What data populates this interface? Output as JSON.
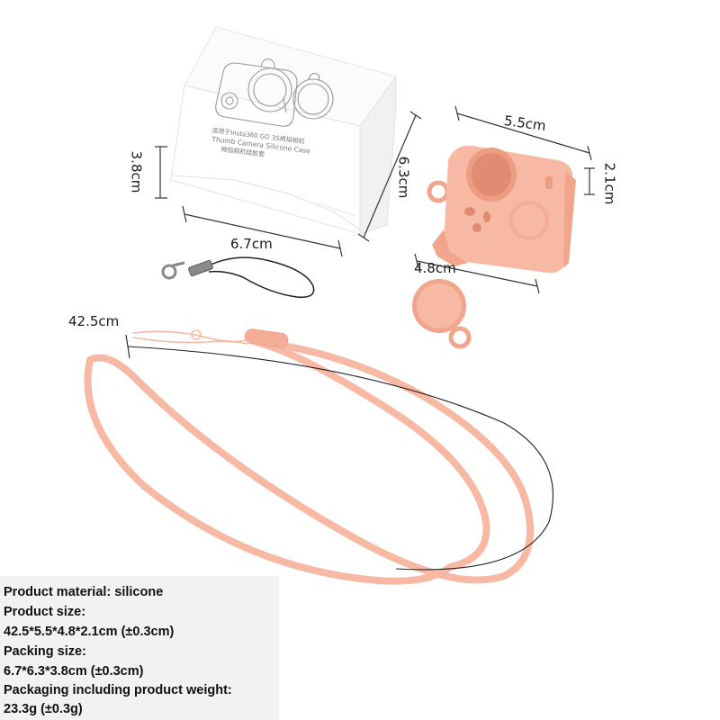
{
  "dimensions": {
    "box_height": "3.8cm",
    "box_width": "6.7cm",
    "box_depth": "6.3cm",
    "case_width": "5.5cm",
    "case_depth": "2.1cm",
    "case_height": "4.8cm",
    "lanyard_length": "42.5cm"
  },
  "box_print": {
    "line1": "适用于Insta360 GO 3S拇指相机",
    "line2": "Thumb Camera Silicone Case",
    "line3": "拇指相机硅胶套"
  },
  "info": {
    "material": "Product material:  silicone",
    "product_size_label": "Product size:",
    "product_size_value": "42.5*5.5*4.8*2.1cm (±0.3cm)",
    "packing_size_label": "Packing size:",
    "packing_size_value": "6.7*6.3*3.8cm (±0.3cm)",
    "weight_label": "Packaging including product weight:",
    "weight_value": "23.3g (±0.3g)"
  },
  "colors": {
    "silicone": "#f7b9a3",
    "silicone_shade": "#f0a58c",
    "box": "#ffffff",
    "info_panel": "#f2f2f2"
  }
}
